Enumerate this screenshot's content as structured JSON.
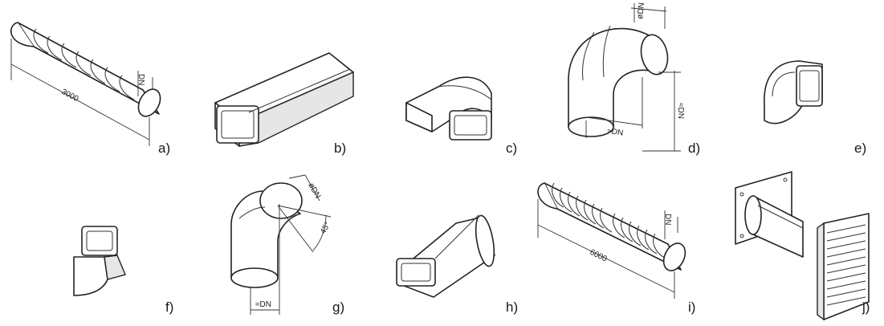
{
  "panels": [
    {
      "id": "a",
      "label": "a)",
      "dims": [
        "DN",
        "3000"
      ]
    },
    {
      "id": "b",
      "label": "b)",
      "dims": []
    },
    {
      "id": "c",
      "label": "c)",
      "dims": []
    },
    {
      "id": "d",
      "label": "d)",
      "dims": [
        "øDN",
        "≈DN",
        "≈DN"
      ]
    },
    {
      "id": "e",
      "label": "e)",
      "dims": []
    },
    {
      "id": "f",
      "label": "f)",
      "dims": []
    },
    {
      "id": "g",
      "label": "g)",
      "dims": [
        "øDN",
        "45°",
        "≈DN"
      ]
    },
    {
      "id": "h",
      "label": "h)",
      "dims": []
    },
    {
      "id": "i",
      "label": "i)",
      "dims": [
        "DN",
        "6000"
      ]
    },
    {
      "id": "j",
      "label": "j)",
      "dims": []
    }
  ]
}
